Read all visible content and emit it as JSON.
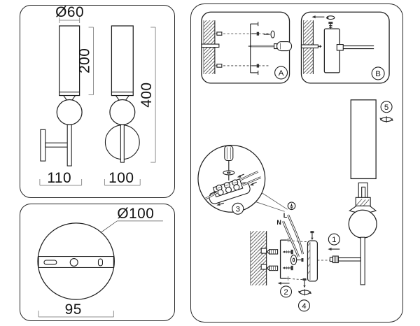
{
  "colors": {
    "line": "#1f1f1f",
    "dimension": "#8f8f8f",
    "background": "#ffffff"
  },
  "dims_panel": {
    "shade_diameter": "Ø60",
    "shade_height": "200",
    "total_height": "400",
    "depth": "110",
    "width": "100"
  },
  "base_panel": {
    "plate_diameter": "Ø100",
    "mount_span": "95"
  },
  "asm": {
    "inset_a_label": "A",
    "inset_b_label": "B",
    "step1": "1",
    "step2": "2",
    "step3": "3",
    "step4": "4",
    "step5": "5",
    "wire_live": "L",
    "wire_neutral": "N"
  }
}
